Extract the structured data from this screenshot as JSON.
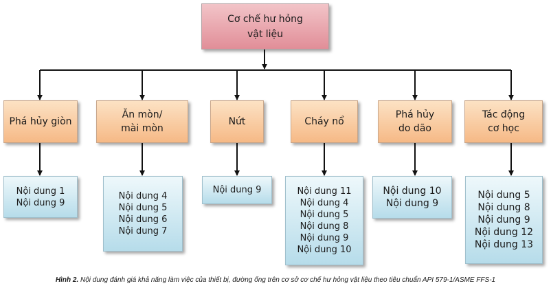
{
  "root": {
    "line1": "Cơ chế hư hỏng",
    "line2": "vật liệu"
  },
  "categories": [
    {
      "label": "Phá hủy giòn",
      "items": [
        "Nội dung 1",
        "Nội dung 9"
      ]
    },
    {
      "label_line1": "Ăn mòn/",
      "label_line2": "mài mòn",
      "items": [
        "Nội dung 4",
        "Nội dung 5",
        "Nội dung 6",
        "Nội dung 7"
      ]
    },
    {
      "label": "Nứt",
      "items": [
        "Nội dung 9"
      ]
    },
    {
      "label": "Cháy nổ",
      "items": [
        "Nội dung 11",
        "Nội dung 4",
        "Nội dung 5",
        "Nội dung 8",
        "Nội dung 9",
        "Nội dung 10"
      ]
    },
    {
      "label_line1": "Phá hủy",
      "label_line2": "do dão",
      "items": [
        "Nội dung 10",
        "Nội dung 9"
      ]
    },
    {
      "label_line1": "Tác động",
      "label_line2": "cơ học",
      "items": [
        "Nội dung 5",
        "Nội dung 8",
        "Nội dung 9",
        "Nội dung 12",
        "Nội dung 13"
      ]
    }
  ],
  "caption": {
    "prefix": "Hình 2.",
    "text": " Nội dung đánh giá khả năng làm việc của thiết bị, đường ống trên cơ sở cơ chế hư hỏng vật liệu theo tiêu chuẩn API 579-1/ASME FFS-1"
  }
}
